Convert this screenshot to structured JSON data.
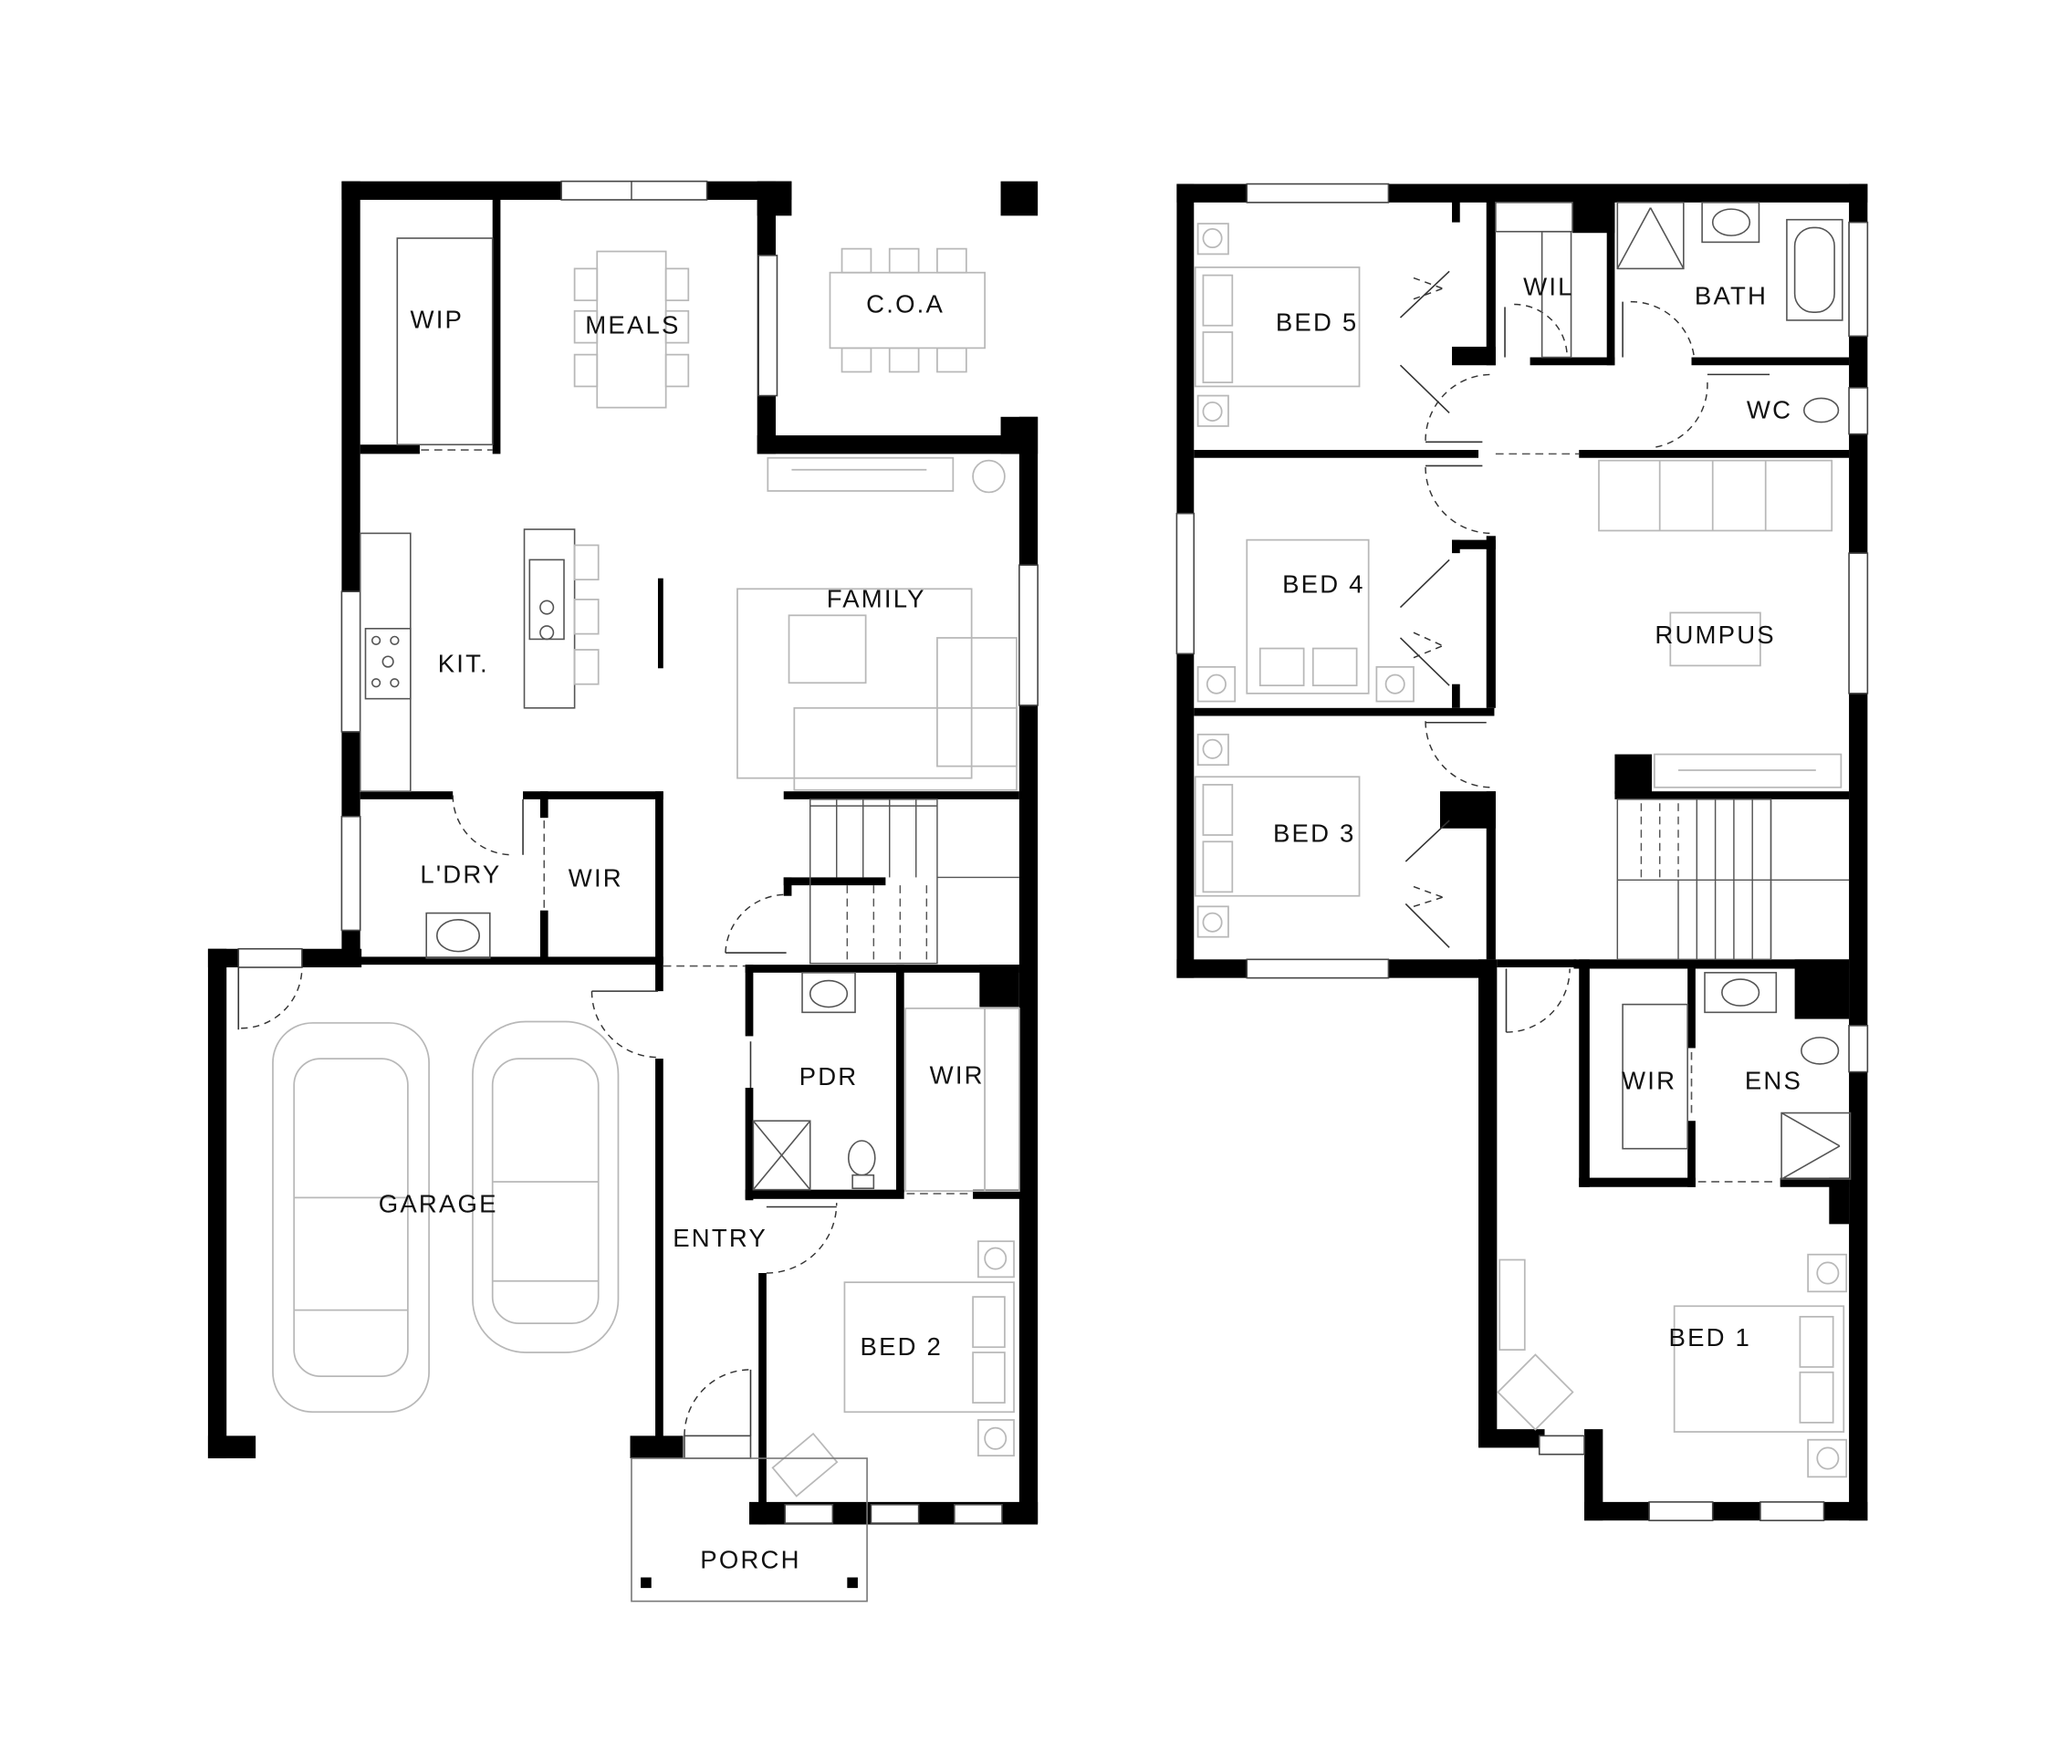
{
  "plan": {
    "title": "Double-storey house floor plan",
    "background": "#ffffff",
    "wall_color": "#000000",
    "ground_floor": {
      "rooms": [
        {
          "id": "wip",
          "label": "WIP"
        },
        {
          "id": "meals",
          "label": "MEALS"
        },
        {
          "id": "coa",
          "label": "C.O.A"
        },
        {
          "id": "kit",
          "label": "KIT."
        },
        {
          "id": "family",
          "label": "FAMILY"
        },
        {
          "id": "ldry",
          "label": "L'DRY"
        },
        {
          "id": "wir_ldry",
          "label": "WIR"
        },
        {
          "id": "garage",
          "label": "GARAGE"
        },
        {
          "id": "pdr",
          "label": "PDR"
        },
        {
          "id": "wir_bed2",
          "label": "WIR"
        },
        {
          "id": "entry",
          "label": "ENTRY"
        },
        {
          "id": "bed2",
          "label": "BED 2"
        },
        {
          "id": "porch",
          "label": "PORCH"
        }
      ]
    },
    "first_floor": {
      "rooms": [
        {
          "id": "bed5",
          "label": "BED 5"
        },
        {
          "id": "wil",
          "label": "WIL"
        },
        {
          "id": "bath",
          "label": "BATH"
        },
        {
          "id": "wc",
          "label": "WC"
        },
        {
          "id": "bed4",
          "label": "BED 4"
        },
        {
          "id": "rumpus",
          "label": "RUMPUS"
        },
        {
          "id": "bed3",
          "label": "BED 3"
        },
        {
          "id": "wir_bed1",
          "label": "WIR"
        },
        {
          "id": "ens",
          "label": "ENS"
        },
        {
          "id": "bed1",
          "label": "BED 1"
        }
      ]
    }
  }
}
